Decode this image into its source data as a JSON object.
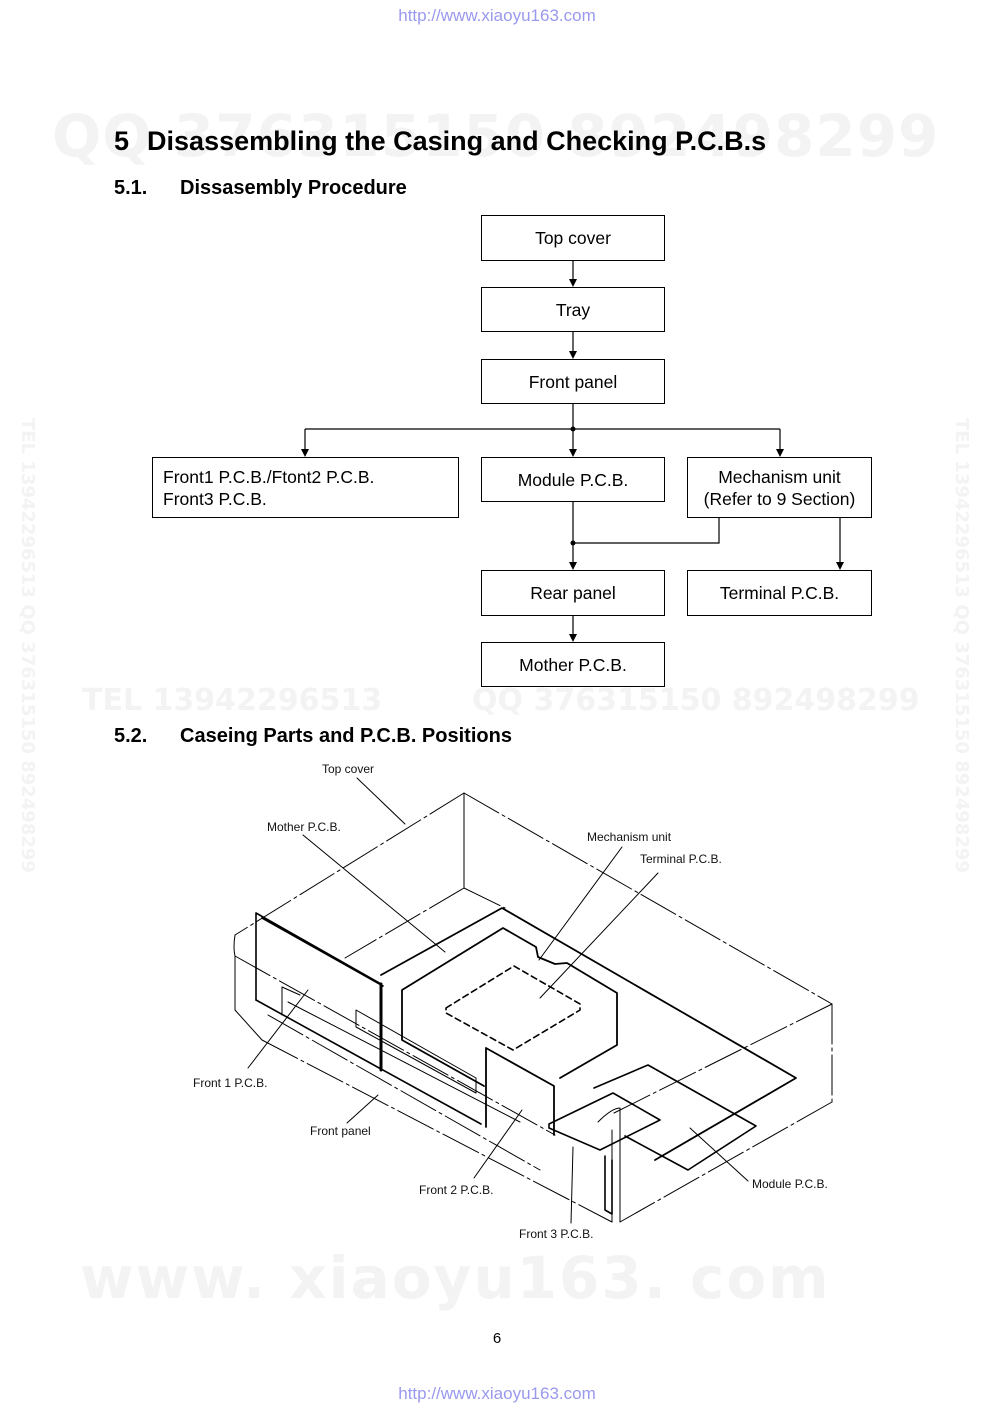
{
  "header": {
    "url": "http://www.xiaoyu163.com"
  },
  "footer": {
    "url": "http://www.xiaoyu163.com",
    "page_number": "6"
  },
  "watermarks": {
    "top": "QQ 376315150   892498299",
    "middle_left": "TEL  13942296513",
    "middle_right": "QQ  376315150  892498299",
    "bottom": "www. xiaoyu163. com",
    "vertical": "TEL 13942296513 QQ 376315150 892498299"
  },
  "section": {
    "number": "5",
    "title": "Disassembling the Casing and Checking P.C.B.s"
  },
  "subsection1": {
    "number": "5.1.",
    "title": "Dissasembly Procedure"
  },
  "subsection2": {
    "number": "5.2.",
    "title": "Caseing Parts and P.C.B. Positions"
  },
  "flowchart": {
    "nodes": {
      "top_cover": "Top cover",
      "tray": "Tray",
      "front_panel": "Front panel",
      "front_pcbs_line1": "Front1 P.C.B./Ftont2 P.C.B.",
      "front_pcbs_line2": "Front3 P.C.B.",
      "module_pcb": "Module P.C.B.",
      "mechanism_line1": "Mechanism unit",
      "mechanism_line2": "(Refer to 9 Section)",
      "rear_panel": "Rear panel",
      "terminal_pcb": "Terminal P.C.B.",
      "mother_pcb": "Mother P.C.B."
    },
    "edges": [
      [
        "Top cover",
        "Tray"
      ],
      [
        "Tray",
        "Front panel"
      ],
      [
        "Front panel",
        "Front1 P.C.B./Ftont2 P.C.B. Front3 P.C.B."
      ],
      [
        "Front panel",
        "Module P.C.B."
      ],
      [
        "Front panel",
        "Mechanism unit"
      ],
      [
        "Module P.C.B.",
        "Rear panel"
      ],
      [
        "Mechanism unit",
        "Rear panel"
      ],
      [
        "Mechanism unit",
        "Terminal P.C.B."
      ],
      [
        "Rear panel",
        "Mother P.C.B."
      ]
    ]
  },
  "diagram": {
    "labels": {
      "top_cover": "Top cover",
      "mother_pcb": "Mother P.C.B.",
      "mechanism_unit": "Mechanism unit",
      "terminal_pcb": "Terminal P.C.B.",
      "front1_pcb": "Front 1 P.C.B.",
      "front_panel": "Front panel",
      "front2_pcb": "Front 2 P.C.B.",
      "front3_pcb": "Front 3 P.C.B.",
      "module_pcb": "Module P.C.B."
    }
  }
}
